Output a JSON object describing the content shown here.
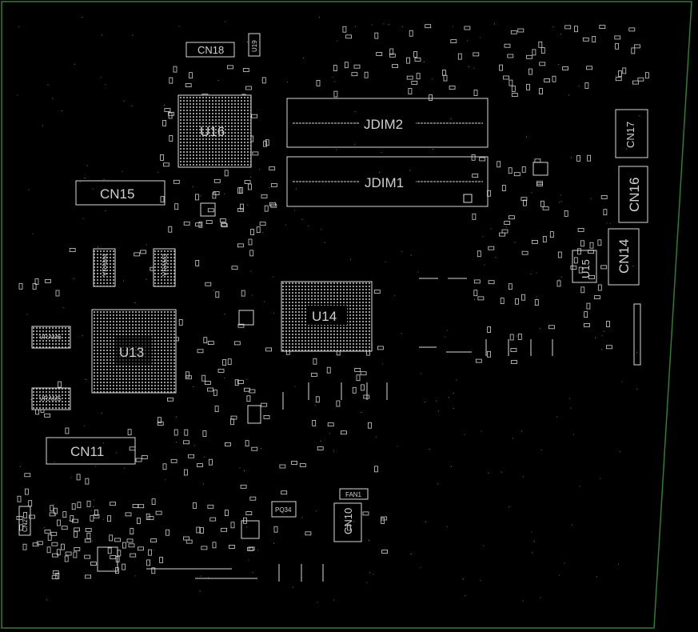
{
  "board": {
    "outline_color": "#2e7d32",
    "part_color": "#d8d8d8",
    "background": "#000000"
  },
  "components": {
    "cn18": "CN18",
    "u19": "U19",
    "u16": "U16",
    "jdim2": "JDIM2",
    "jdim1": "JDIM1",
    "cn15": "CN15",
    "cn17": "CN17",
    "cn16": "CN16",
    "cn14": "CN14",
    "u15": "U15",
    "u14": "U14",
    "u13": "U13",
    "vram6": "VRAM6",
    "vram5": "VRAM5",
    "vram4": "VRAM4",
    "vram3": "VRAM3",
    "cn11": "CN11",
    "cn10": "CN10",
    "fan1": "FAN1",
    "pq34": "PQ34",
    "cn2": "CN2"
  }
}
